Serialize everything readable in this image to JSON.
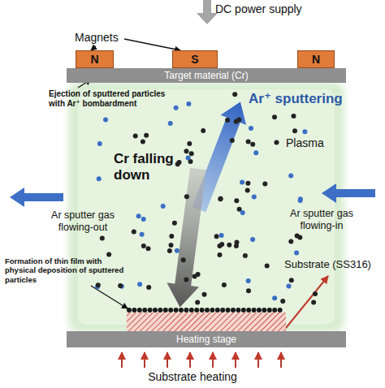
{
  "diagram": {
    "nodes": [
      {
        "text": [
          "N"
        ]
      },
      {
        "text": [
          "S"
        ]
      },
      {
        "text": [
          "N"
        ]
      },
      {
        "text": [
          "Target material (Cr)"
        ]
      },
      {
        "text": [
          "Heating stage"
        ]
      }
    ],
    "labels": [
      "DC power supply",
      "Magnets",
      "Ejection of sputtered particles with Ar⁺ bombardment",
      "Ar⁺ sputtering",
      "Plasma",
      "Cr falling down",
      "Ar sputter gas flowing-out",
      "Ar sputter gas flowing-in",
      "Substrate (SS316)",
      "Formation of thin film with physical deposition of sputtered particles",
      "Substrate heating"
    ]
  }
}
